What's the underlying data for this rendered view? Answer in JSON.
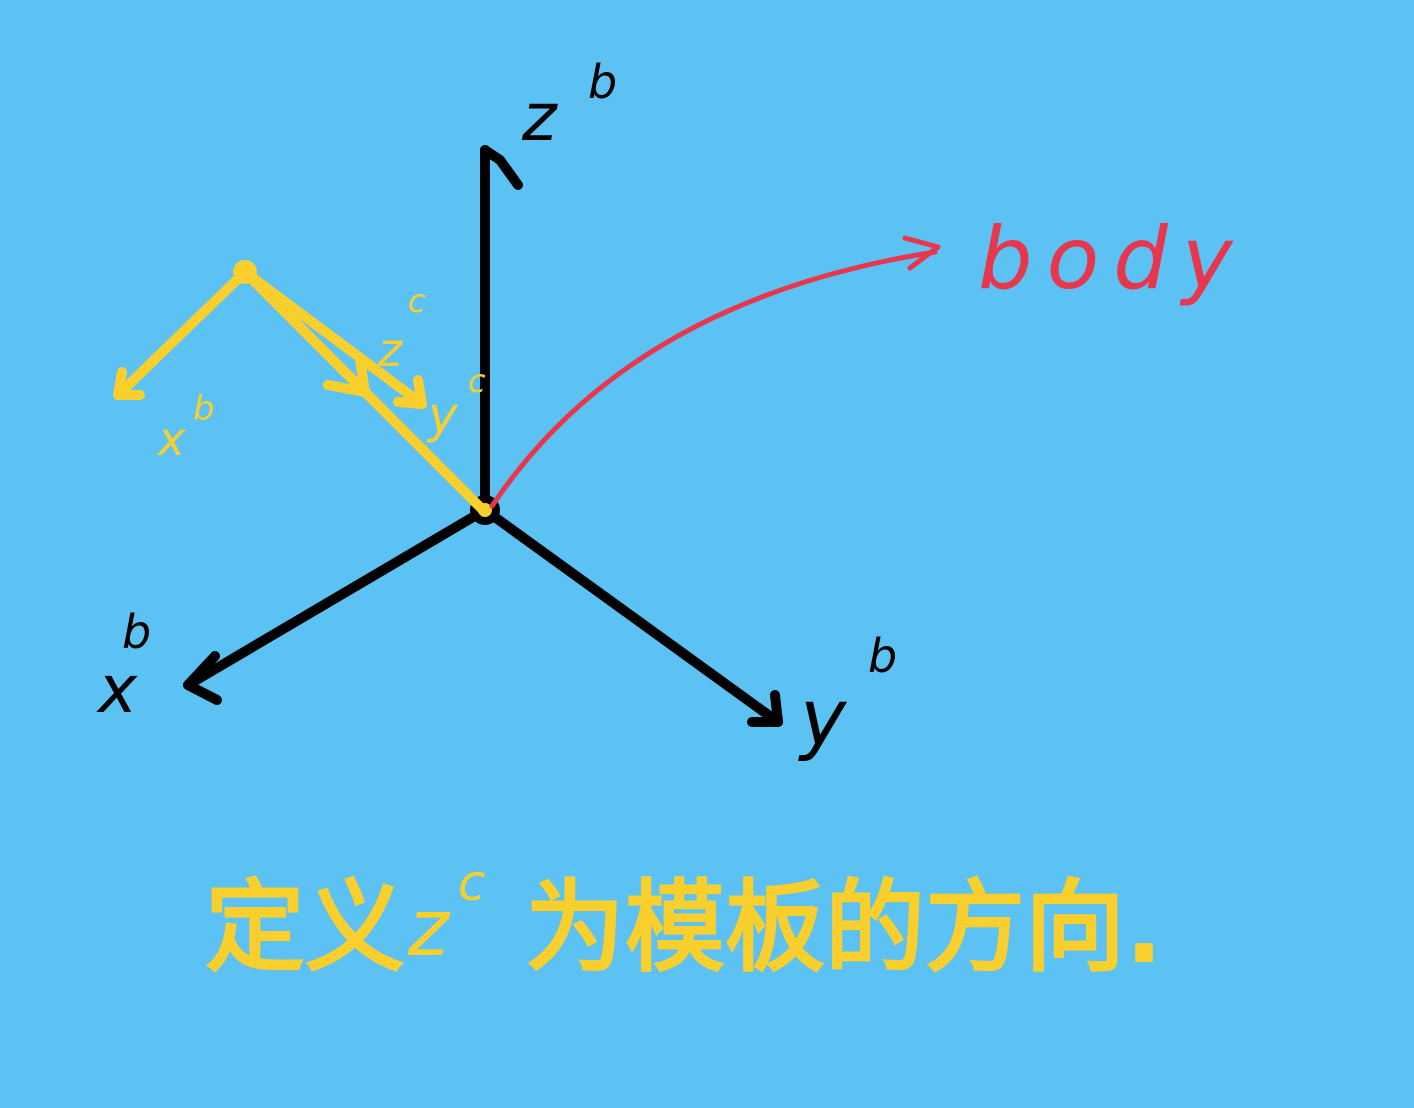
{
  "colors": {
    "background": "#5CC1F3",
    "body_frame": "#000000",
    "camera_frame": "#F9CF2D",
    "annotation": "#E8374C"
  },
  "body_frame": {
    "z_label": "z",
    "z_sup": "b",
    "x_label": "x",
    "x_sup": "b",
    "y_label": "y",
    "y_sup": "b"
  },
  "camera_frame": {
    "z_label": "z",
    "z_sup": "c",
    "y_label": "y",
    "y_sup": "c",
    "x_label": "x",
    "x_sup": "b"
  },
  "annotation": {
    "label": "body"
  },
  "caption": {
    "part1": "定义",
    "z": "z",
    "z_sup": "c",
    "part2": "为模板的方向."
  }
}
